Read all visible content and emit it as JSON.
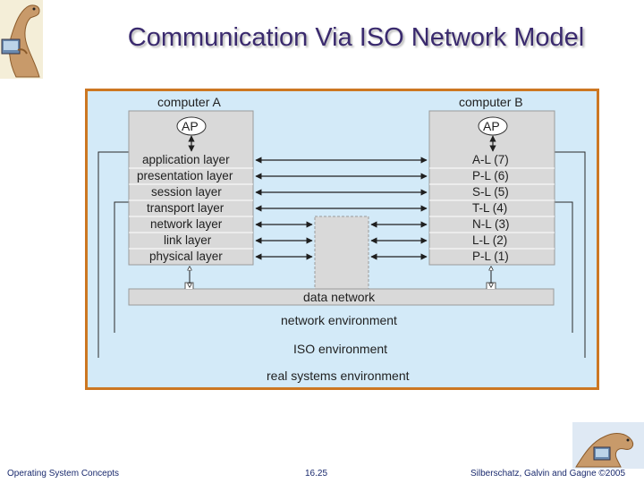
{
  "slide": {
    "title": "Communication Via ISO Network Model"
  },
  "diagram": {
    "computer_a": {
      "label": "computer A",
      "ap": "AP",
      "layers": [
        "application layer",
        "presentation layer",
        "session layer",
        "transport layer",
        "network layer",
        "link layer",
        "physical layer"
      ]
    },
    "computer_b": {
      "label": "computer B",
      "ap": "AP",
      "layers": [
        "A-L (7)",
        "P-L (6)",
        "S-L (5)",
        "T-L (4)",
        "N-L (3)",
        "L-L (2)",
        "P-L (1)"
      ]
    },
    "data_network": "data network",
    "network_environment": "network environment",
    "iso_environment": "ISO environment",
    "real_systems_environment": "real systems environment"
  },
  "footer": {
    "left": "Operating System Concepts",
    "center": "16.25",
    "right": "Silberschatz, Galvin and Gagne ©2005"
  },
  "colors": {
    "title": "#3a2a6e",
    "frame_border": "#cc7722",
    "diagram_bg": "#d3eaf8",
    "box_fill": "#d9d9d9"
  }
}
